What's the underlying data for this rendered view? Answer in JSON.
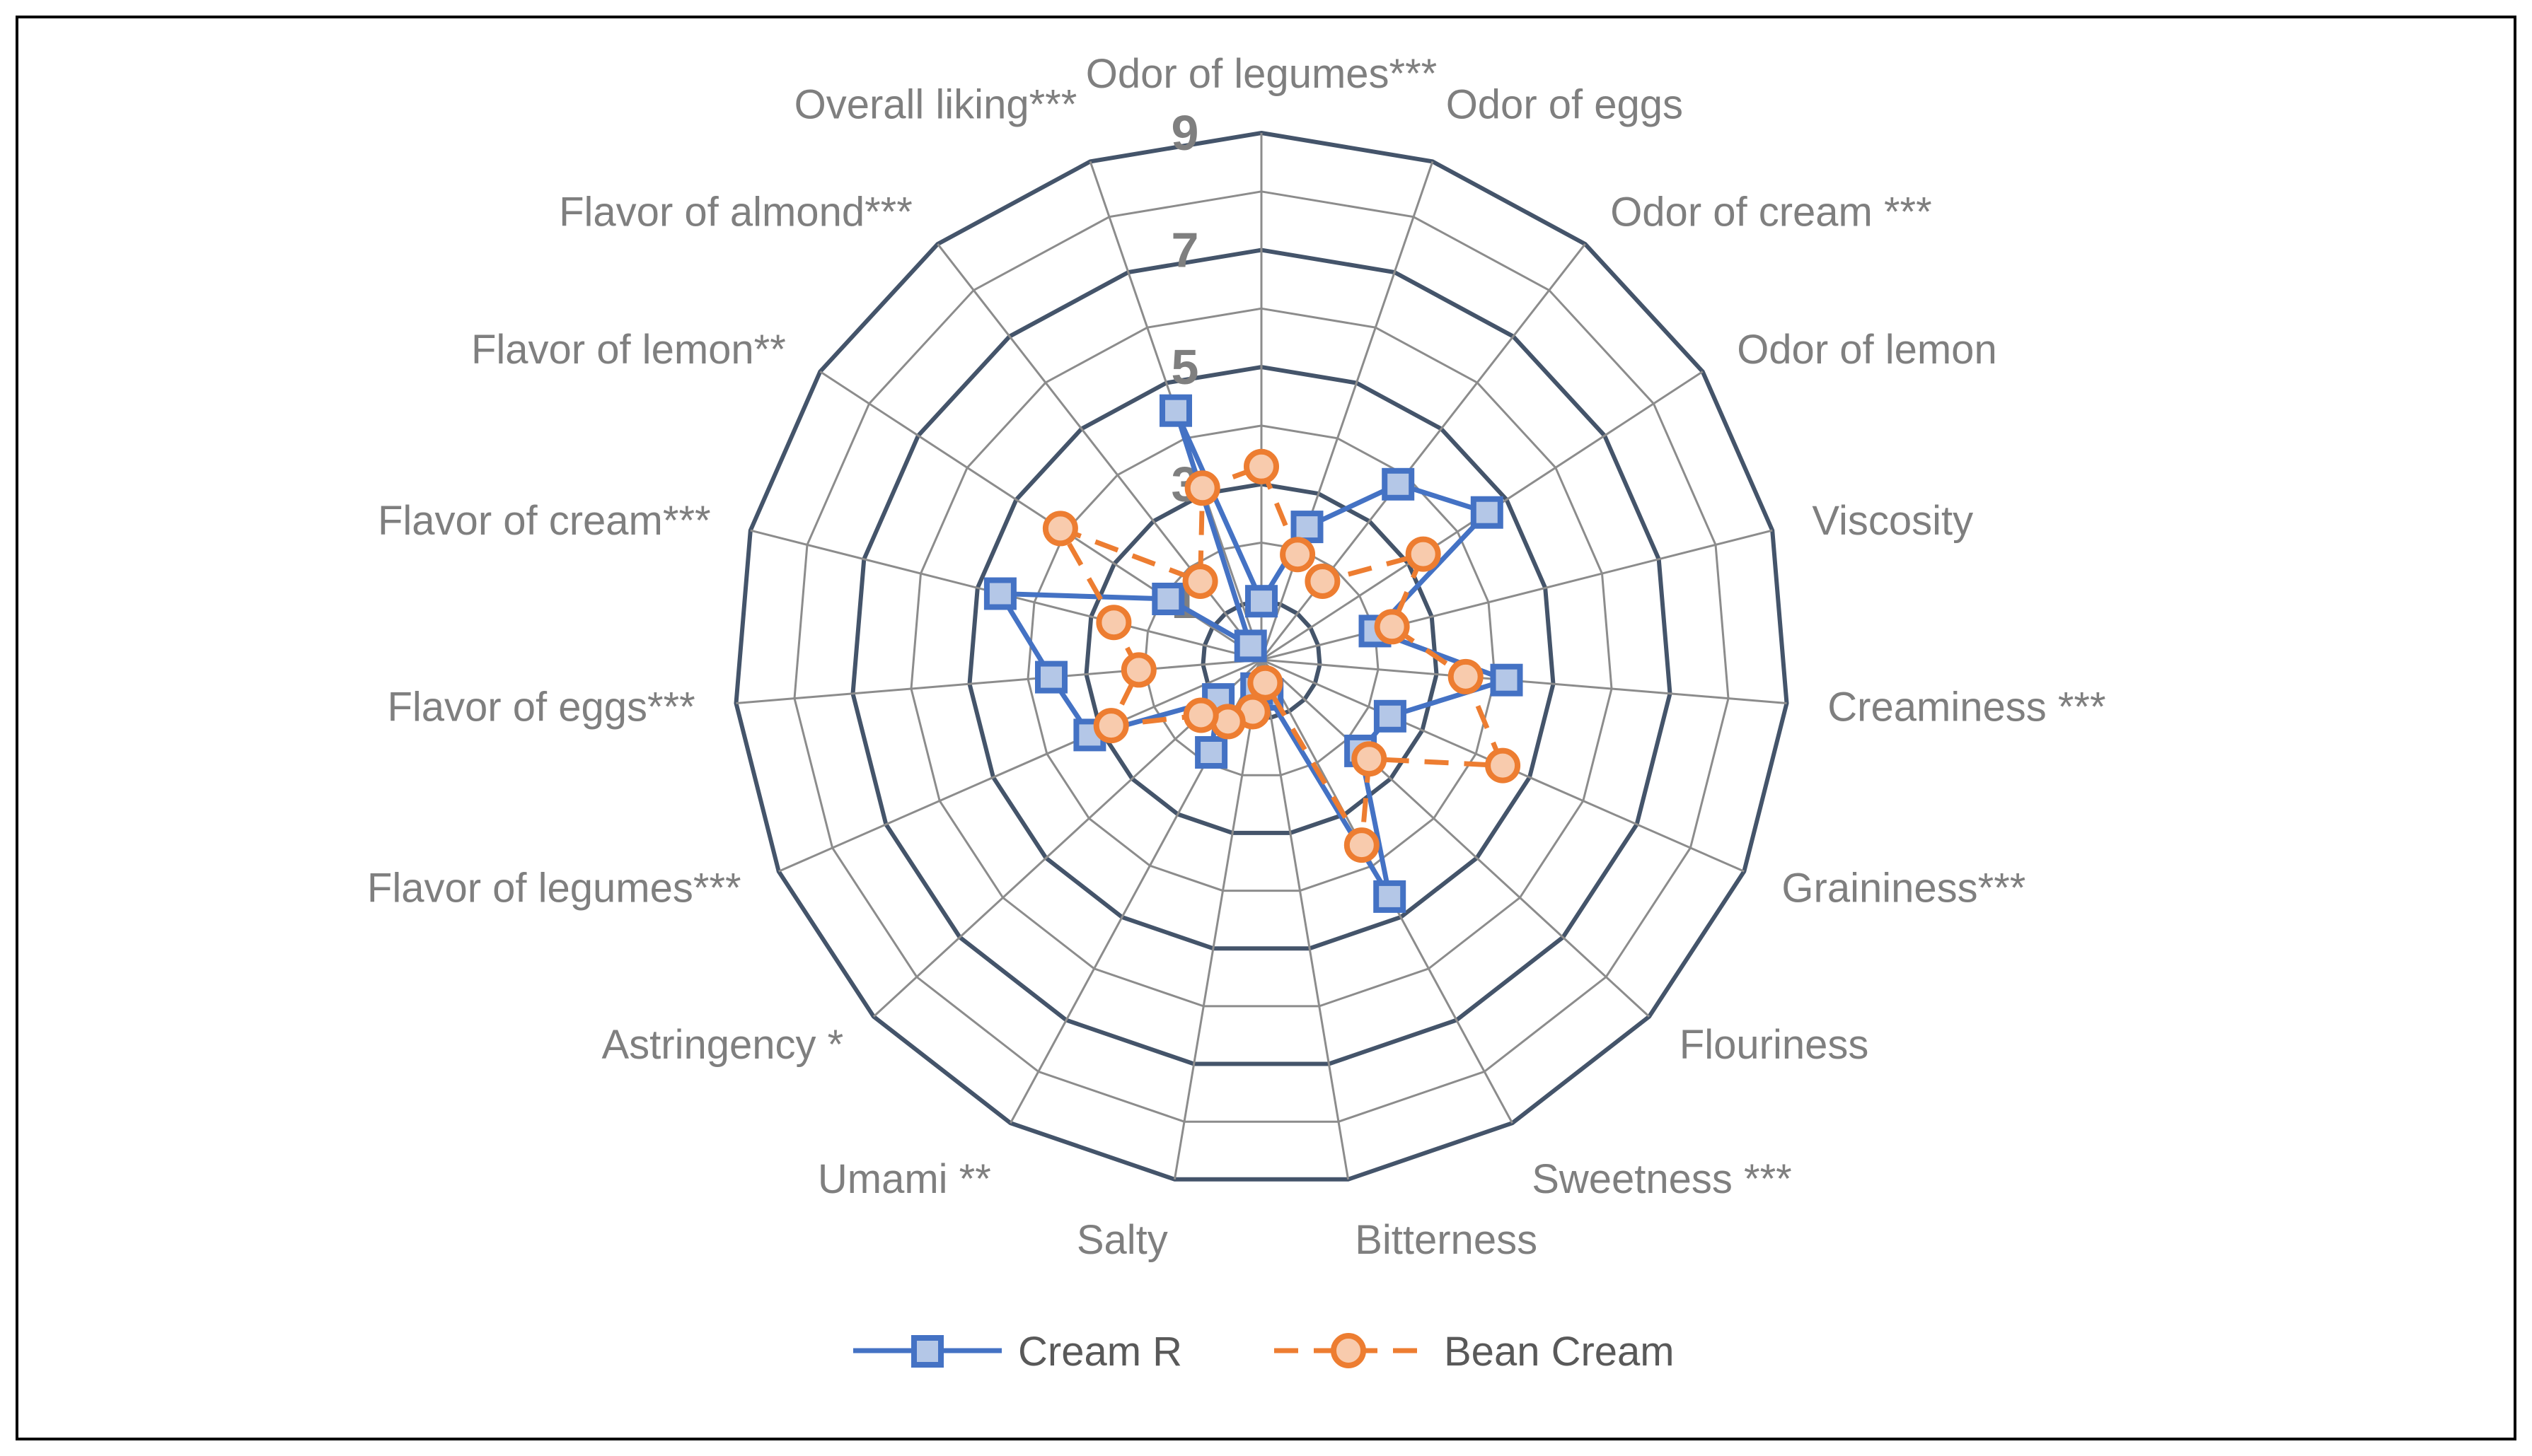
{
  "chart_data": {
    "type": "radar",
    "categories": [
      "Odor of legumes***",
      "Odor of eggs",
      "Odor of cream ***",
      "Odor of lemon",
      "Viscosity",
      "Creaminess ***",
      "Graininess***",
      "Flouriness",
      "Sweetness ***",
      "Bitterness",
      "Salty",
      "Umami **",
      "Astringency *",
      "Flavor of legumes***",
      "Flavor of eggs***",
      "Flavor of cream***",
      "Flavor of lemon**",
      "Flavor of almond***",
      "Overall liking***"
    ],
    "ticks": [
      "1",
      "3",
      "5",
      "7",
      "9"
    ],
    "range": [
      0,
      9
    ],
    "series": [
      {
        "name": "Cream R",
        "color": "#4472c4",
        "line_style": "solid",
        "marker": "square",
        "values": [
          1.0,
          2.4,
          3.8,
          4.6,
          2.0,
          4.2,
          2.4,
          2.3,
          4.6,
          0.6,
          0.5,
          1.8,
          1.0,
          3.2,
          3.6,
          4.6,
          1.9,
          0.3,
          4.5
        ]
      },
      {
        "name": "Bean Cream",
        "color": "#ed7d31",
        "line_style": "dashed",
        "marker": "circle",
        "values": [
          3.3,
          1.9,
          1.7,
          3.3,
          2.3,
          3.5,
          4.5,
          2.5,
          3.6,
          0.4,
          0.9,
          1.2,
          1.4,
          2.8,
          2.1,
          2.6,
          4.1,
          1.7,
          3.1
        ]
      }
    ],
    "grid": true,
    "legend_position": "bottom"
  }
}
